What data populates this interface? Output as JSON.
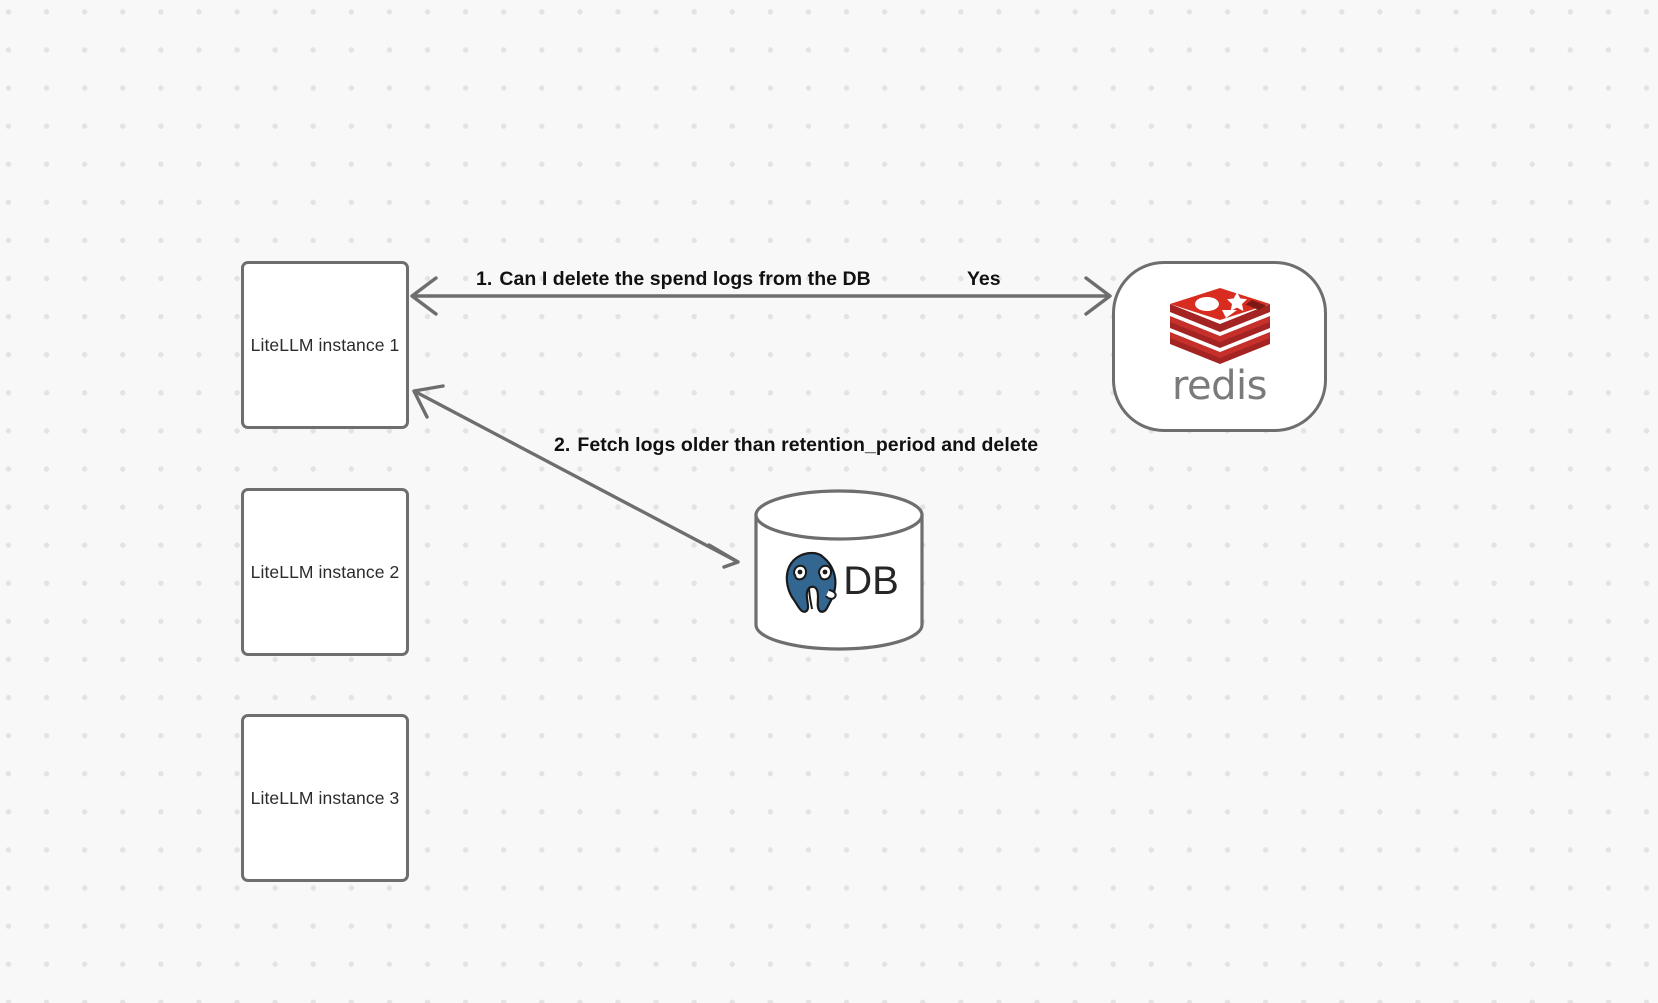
{
  "diagram": {
    "background": {
      "color": "#f8f8f8",
      "dot_color": "#e3e3e3",
      "pattern": "dot-grid"
    },
    "edge_color": "#6e6e6e",
    "nodes": [
      {
        "id": "litellm-1",
        "label": "LiteLLM instance 1",
        "shape": "rounded-rect"
      },
      {
        "id": "litellm-2",
        "label": "LiteLLM instance 2",
        "shape": "rounded-rect"
      },
      {
        "id": "litellm-3",
        "label": "LiteLLM instance 3",
        "shape": "rounded-rect"
      },
      {
        "id": "redis",
        "label": "redis",
        "shape": "stadium",
        "logo": "redis-logo",
        "logo_color": "#d42c2a",
        "text_color": "#7a7a7a"
      },
      {
        "id": "db",
        "label": "DB",
        "shape": "cylinder",
        "logo": "postgresql-elephant-logo",
        "logo_color": "#336791"
      }
    ],
    "edges": [
      {
        "id": "edge-redis-to-litellm1",
        "from": "redis",
        "to": "litellm-1",
        "label_number": "1.",
        "label_text": "Can I delete the spend logs from the DB",
        "reply_label": "Yes",
        "direction": "bidirectional"
      },
      {
        "id": "edge-litellm1-to-db",
        "from": "litellm-1",
        "to": "db",
        "label_number": "2.",
        "label_text": "Fetch logs older than retention_period and delete",
        "direction": "bidirectional"
      }
    ]
  }
}
